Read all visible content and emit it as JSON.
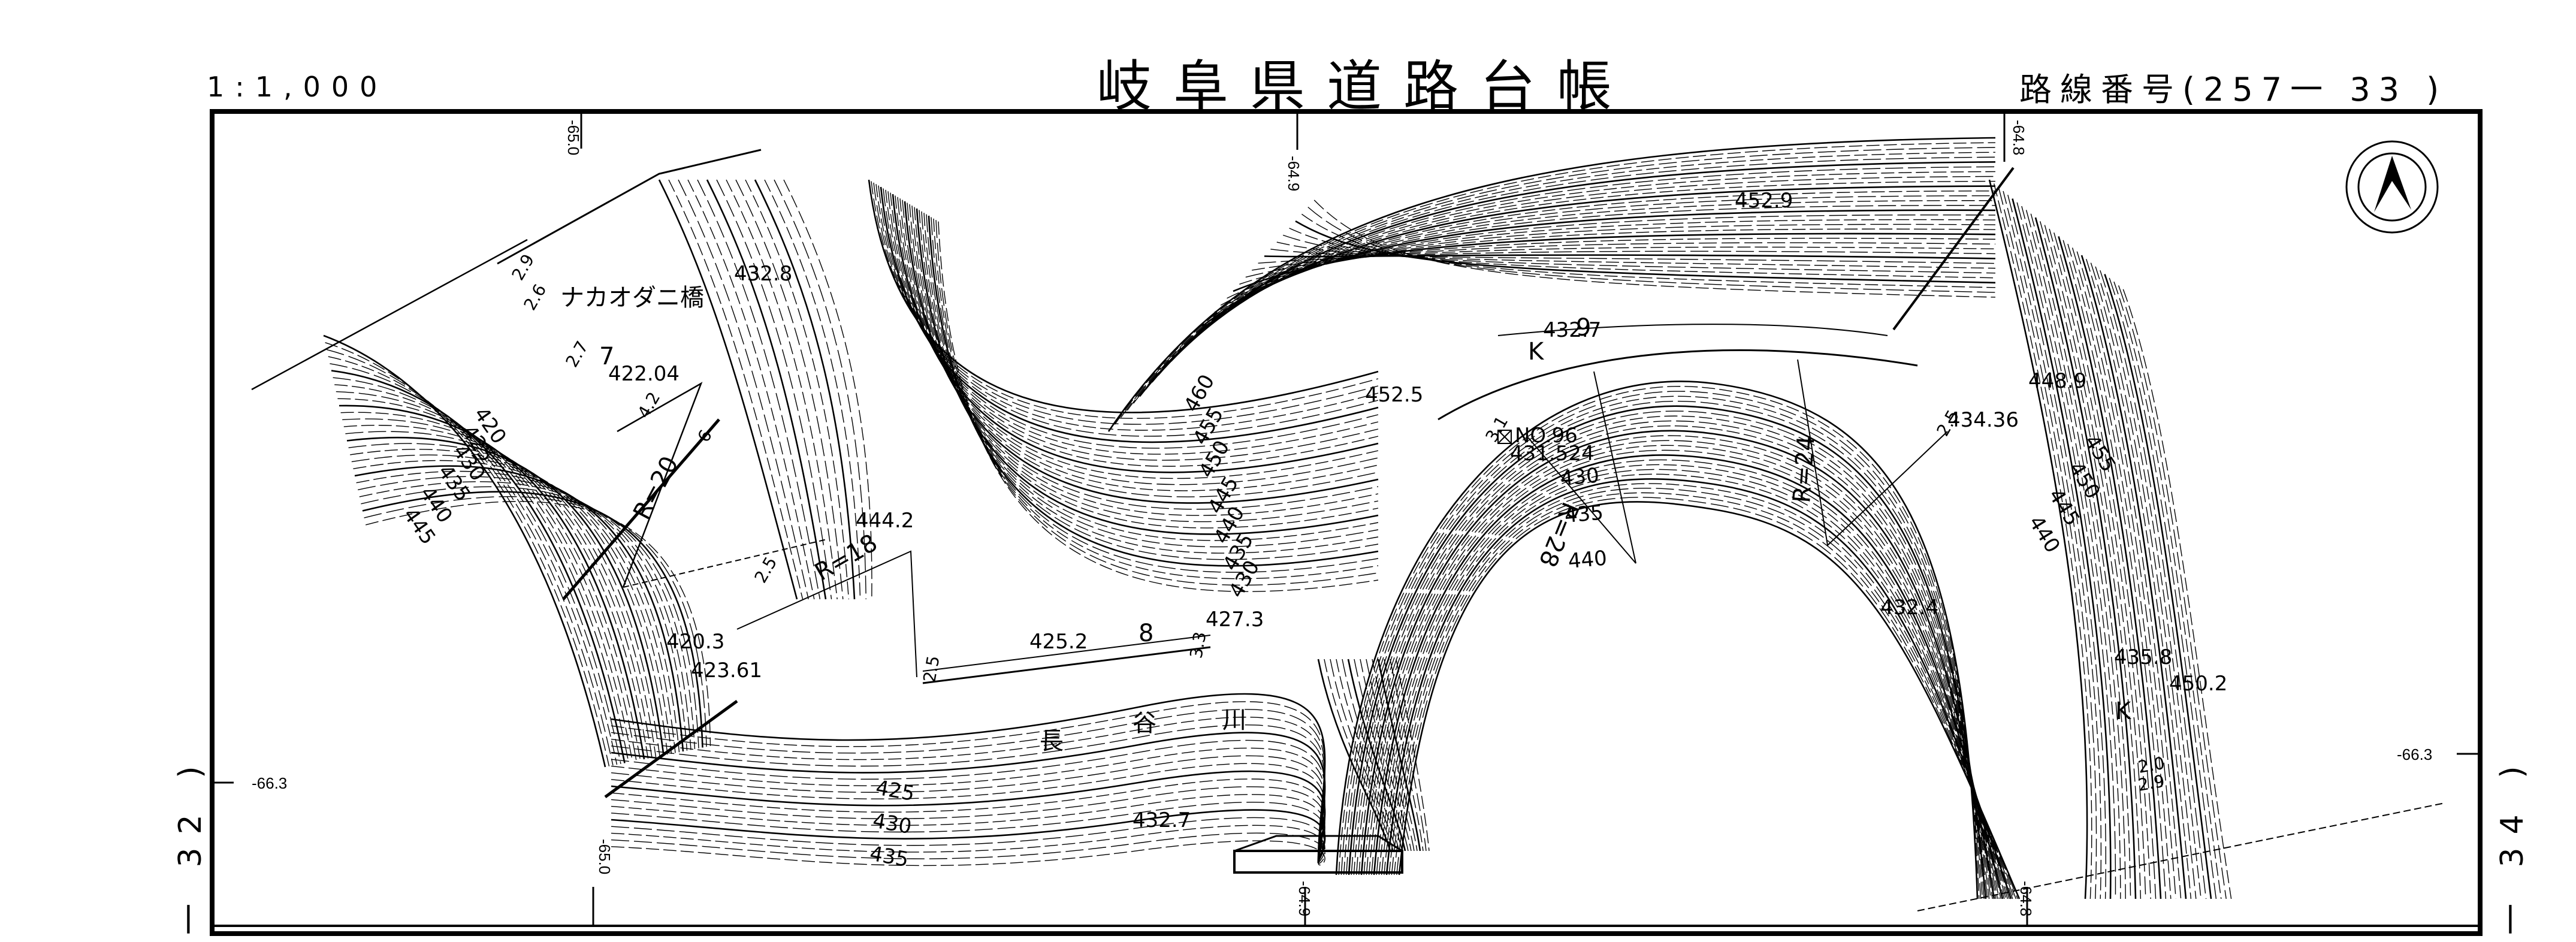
{
  "header": {
    "scale": "1:1,000",
    "title": "岐阜県道路台帳",
    "route_number": "路線番号(257一 33 )"
  },
  "sheet_links": {
    "left": "一 32 )",
    "right": "一 34 )"
  },
  "grid_ticks": {
    "x_top": [
      "-65.0",
      "-64.9",
      "-64.8"
    ],
    "x_bottom": [
      "-65.0",
      "-64.9",
      "-64.8"
    ],
    "y_left": "-66.3",
    "y_right": "-66.3"
  },
  "north_arrow": {
    "icon": "north-arrow-icon"
  },
  "place_names": {
    "bridge": "ナカオダニ橋",
    "river": [
      "長",
      "谷",
      "川"
    ]
  },
  "benchmark": {
    "number": "NO.96",
    "elevation": "431.524"
  },
  "curve_radii": [
    "R=20",
    "R=18",
    "R=28",
    "R=24"
  ],
  "spot_heights": [
    "432.8",
    "422.04",
    "452.5",
    "452.9",
    "432.7",
    "448.9",
    "434.36",
    "444.2",
    "425.2",
    "427.3",
    "420.3",
    "423.61",
    "432.4",
    "435.8",
    "450.2",
    "432.7"
  ],
  "station_marks": [
    "7",
    "8",
    "9",
    "K",
    "K"
  ],
  "contour_labels": {
    "left_slope": [
      "420",
      "425",
      "430",
      "435",
      "440",
      "445"
    ],
    "center_valley": [
      "460",
      "455",
      "450",
      "445",
      "440",
      "435",
      "430"
    ],
    "lower_left": [
      "425",
      "430",
      "435"
    ],
    "center_right": [
      "430",
      "435",
      "440"
    ],
    "right_slope": [
      "455",
      "450",
      "445",
      "440"
    ]
  },
  "road_widths": [
    "2.9",
    "2.6",
    "2.7",
    "4.2",
    "6",
    "2.5",
    "2.5",
    "3.3",
    "3.1",
    "2.5",
    "2.0",
    "2.9"
  ],
  "colors": {
    "ink": "#000000",
    "paper": "#ffffff"
  }
}
